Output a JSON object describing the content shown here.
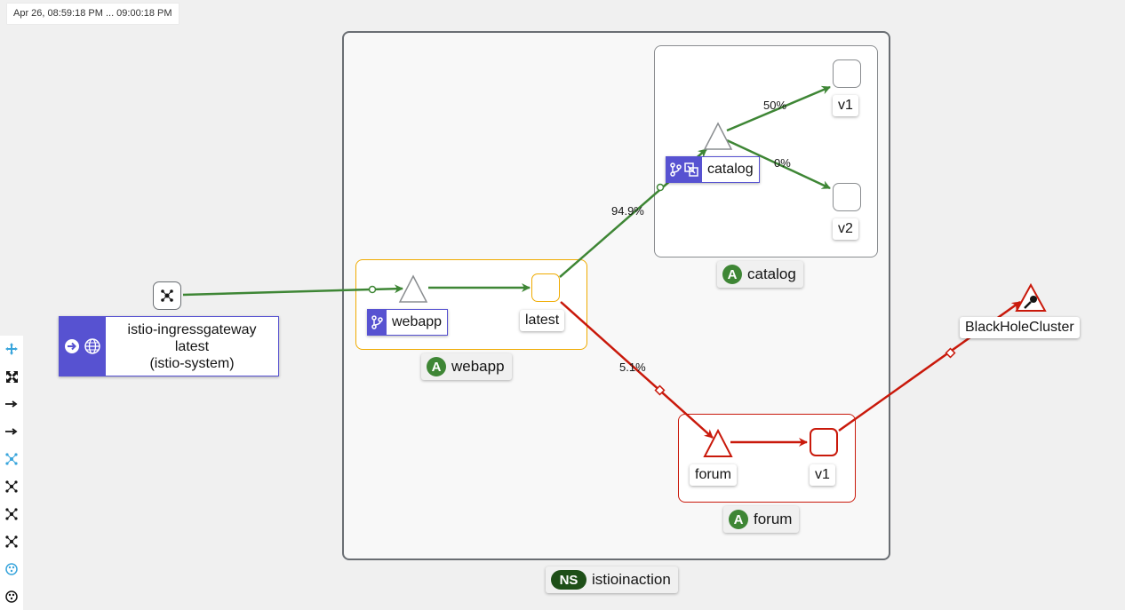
{
  "time_range": "Apr 26, 08:59:18 PM ... 09:00:18 PM",
  "namespace": {
    "badge": "NS",
    "name": "istioinaction"
  },
  "apps": {
    "catalog": {
      "badge": "A",
      "name": "catalog"
    },
    "webapp": {
      "badge": "A",
      "name": "webapp"
    },
    "forum": {
      "badge": "A",
      "name": "forum"
    }
  },
  "services": {
    "catalog": "catalog",
    "webapp": "webapp",
    "forum": "forum"
  },
  "workloads": {
    "catalog_v1": "v1",
    "catalog_v2": "v2",
    "webapp_latest": "latest",
    "forum_v1": "v1"
  },
  "gateway": {
    "line1": "istio-ingressgateway",
    "line2": "latest",
    "line3": "(istio-system)"
  },
  "external": {
    "name": "BlackHoleCluster"
  },
  "edges": {
    "to_catalog_v1": "50%",
    "to_catalog_v2": "0%",
    "webapp_to_catalog": "94.9%",
    "webapp_to_forum": "5.1%"
  },
  "colors": {
    "healthy": "#3e8635",
    "error": "#c9190b",
    "warning": "#f0ab00",
    "service": "#5752d1"
  },
  "toolbar": [
    {
      "icon": "move-icon"
    },
    {
      "icon": "expand-icon"
    },
    {
      "icon": "layout-arrow-1-icon"
    },
    {
      "icon": "layout-arrow-2-icon"
    },
    {
      "icon": "layout-graph-1-icon"
    },
    {
      "icon": "layout-graph-2-icon"
    },
    {
      "icon": "layout-graph-3-icon"
    },
    {
      "icon": "layout-graph-4-icon"
    },
    {
      "icon": "legend-icon"
    },
    {
      "icon": "settings-icon"
    }
  ]
}
